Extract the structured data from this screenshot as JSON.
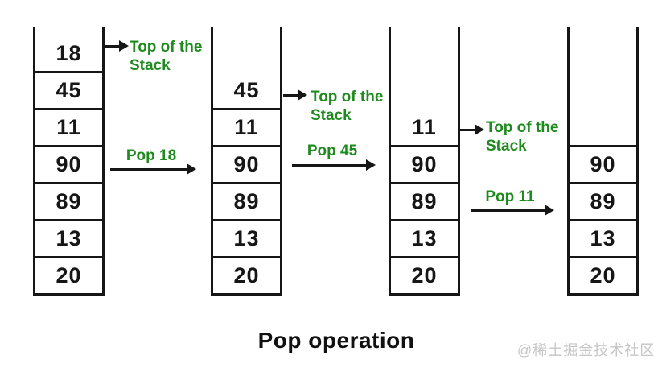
{
  "title": "Pop operation",
  "watermark": "@稀土掘金技术社区",
  "labels": {
    "top_of_stack_line1": "Top of the",
    "top_of_stack_line2": "Stack"
  },
  "colors": {
    "label_green": "#1f8b1f",
    "line_black": "#161616",
    "watermark_gray": "#c6c6c6"
  },
  "stacks": [
    {
      "values": [
        "18",
        "45",
        "11",
        "90",
        "89",
        "13",
        "20"
      ]
    },
    {
      "values": [
        "45",
        "11",
        "90",
        "89",
        "13",
        "20"
      ]
    },
    {
      "values": [
        "11",
        "90",
        "89",
        "13",
        "20"
      ]
    },
    {
      "values": [
        "90",
        "89",
        "13",
        "20"
      ]
    }
  ],
  "operations": [
    {
      "label": "Pop 18"
    },
    {
      "label": "Pop 45"
    },
    {
      "label": "Pop 11"
    }
  ]
}
